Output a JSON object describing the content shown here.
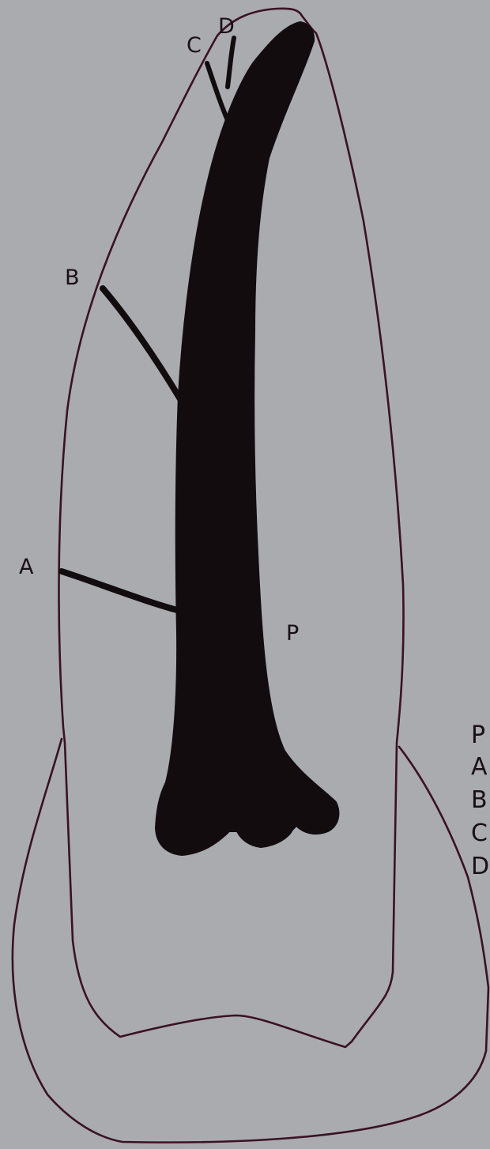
{
  "labels": {
    "A": "A",
    "B": "B",
    "C": "C",
    "D": "D",
    "P": "P"
  },
  "legend": [
    "P",
    "A",
    "B",
    "C",
    "D"
  ],
  "colors": {
    "background": "#a9abaf",
    "outline": "#3a1222",
    "canal": "#120c0f"
  }
}
